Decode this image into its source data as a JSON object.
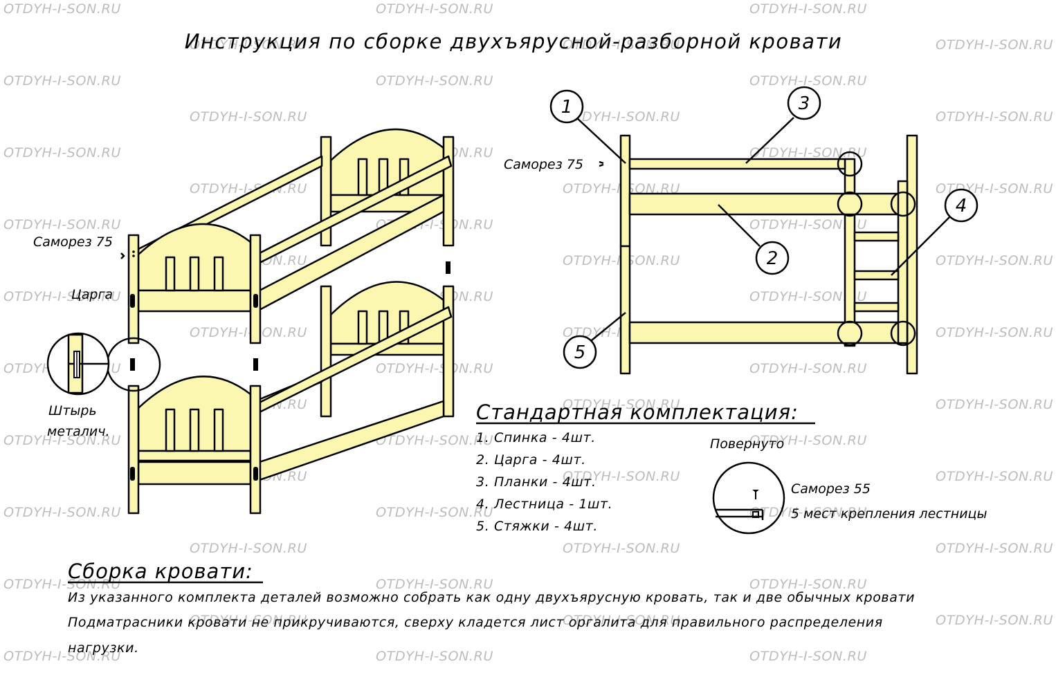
{
  "title": "Инструкция по сборке двухъярусной-разборной кровати",
  "watermark": "OTDYH-I-SON.RU",
  "colors": {
    "wood": "#fbf7b1",
    "outline": "#000000",
    "watermark": "#bdbdbd"
  },
  "left_labels": {
    "screw": "Саморез 75",
    "tsarga": "Царга",
    "pin_line1": "Штырь",
    "pin_line2": "металич."
  },
  "right_labels": {
    "screw": "Саморез 75",
    "rotated": "Повернуто",
    "screw55": "Саморез 55",
    "ladder_note": "5 мест крепления лестницы"
  },
  "callouts": [
    "1",
    "2",
    "3",
    "4",
    "5"
  ],
  "kit": {
    "heading": "Стандартная комплектация:",
    "items": [
      "1. Спинка - 4шт.",
      "2. Царга - 4шт.",
      "3. Планки - 4шт.",
      "4. Лестница - 1шт.",
      "5. Стяжки - 4шт."
    ]
  },
  "assembly": {
    "heading": "Сборка кровати:",
    "lines": [
      "Из указанного комплекта деталей возможно собрать как одну двухъярусную кровать, так и две обычных кровати",
      "Подматрасники кровати не прикручиваются, сверху кладется лист оргалита для правильного распределения",
      "нагрузки."
    ]
  }
}
